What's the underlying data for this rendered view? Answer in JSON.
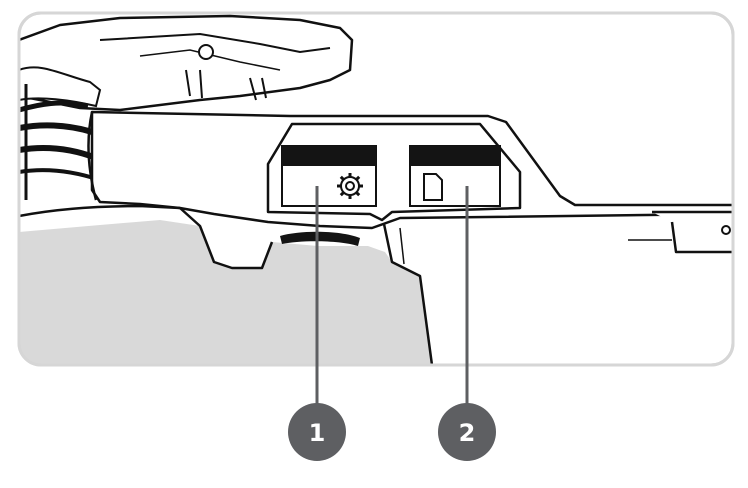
{
  "callouts": [
    {
      "number": "1",
      "target": "settings-port"
    },
    {
      "number": "2",
      "target": "sd-card-slot"
    }
  ],
  "icons": {
    "port_1": "gear-icon",
    "port_2": "sd-card-icon"
  },
  "colors": {
    "frame_border": "#d6d6d6",
    "shadow_gray": "#d9d9d9",
    "line": "#111111",
    "callout_fill": "#5e5f62",
    "callout_text": "#ffffff",
    "port_black": "#141414"
  }
}
